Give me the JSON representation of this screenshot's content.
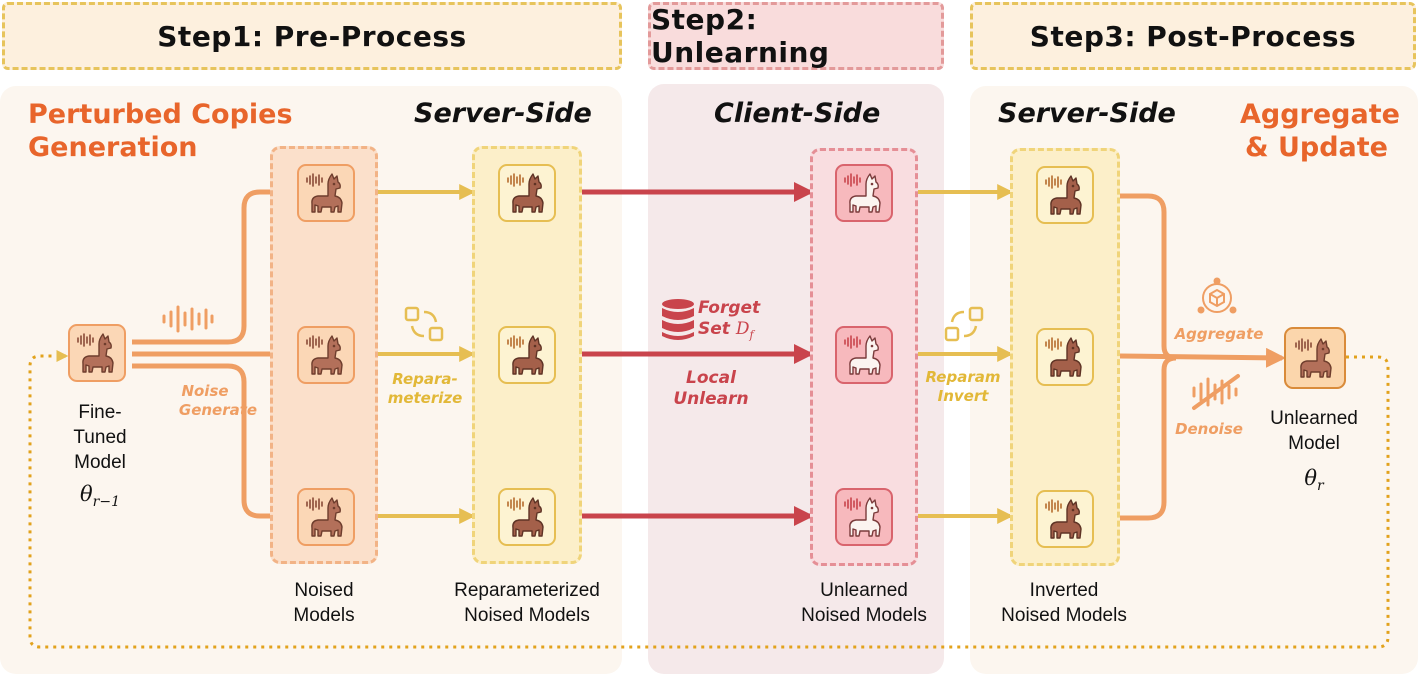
{
  "colors": {
    "orange": "#ef9e63",
    "yellow": "#e6be52",
    "red": "#c9444c",
    "heading_orange": "#e8652b",
    "loop_dotted": "#e2a21c"
  },
  "steps": {
    "step1": "Step1: Pre-Process",
    "step2": "Step2: Unlearning",
    "step3": "Step3: Post-Process"
  },
  "headings": {
    "perturbed_line1": "Perturbed Copies",
    "perturbed_line2": "Generation",
    "server_side_left": "Server-Side",
    "client_side": "Client-Side",
    "server_side_right": "Server-Side",
    "aggregate_line1": "Aggregate",
    "aggregate_line2": "& Update"
  },
  "source_model": {
    "line1": "Fine-",
    "line2": "Tuned",
    "line3": "Model",
    "theta": "θ",
    "sub": "r−1"
  },
  "final_model": {
    "line1": "Unlearned",
    "line2": "Model",
    "theta": "θ",
    "sub": "r"
  },
  "operations": {
    "noise_line1": "Noise",
    "noise_line2": "Generate",
    "reparam_line1": "Repara-",
    "reparam_line2": "meterize",
    "forget_line1": "Forget",
    "forget_line2": "Set",
    "forget_math": "D",
    "forget_sub": "f",
    "local_line1": "Local",
    "local_line2": "Unlearn",
    "invert_line1": "Reparam",
    "invert_line2": "Invert",
    "aggregate": "Aggregate",
    "denoise": "Denoise"
  },
  "columns": {
    "noised_line1": "Noised",
    "noised_line2": "Models",
    "reparam_line1": "Reparameterized",
    "reparam_line2": "Noised Models",
    "unlearned_line1": "Unlearned",
    "unlearned_line2": "Noised Models",
    "inverted_line1": "Inverted",
    "inverted_line2": "Noised Models"
  },
  "icons": [
    "llama-icon",
    "waveform-icon",
    "swap-arrows-icon",
    "database-icon",
    "aggregate-network-icon",
    "waveform-crossed-icon"
  ]
}
